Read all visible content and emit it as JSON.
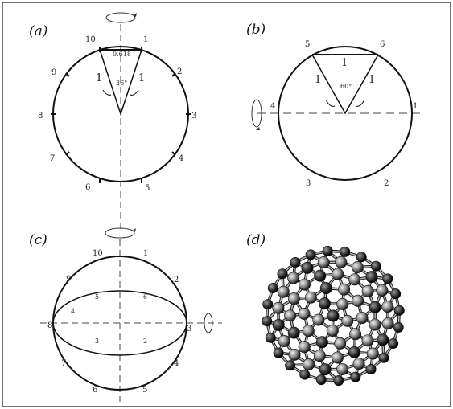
{
  "figure": {
    "panels": [
      {
        "label": "(a)",
        "numbers": [
          "10",
          "1",
          "2",
          "3",
          "4",
          "5",
          "6",
          "7",
          "8",
          "9"
        ],
        "chord_label": "0.618",
        "angle_label": "36°",
        "side_labels": [
          "1",
          "1"
        ]
      },
      {
        "label": "(b)",
        "numbers": [
          "1",
          "2",
          "3",
          "4",
          "5",
          "6"
        ],
        "chord_label": "1",
        "angle_label": "60°",
        "side_labels": [
          "1",
          "1"
        ]
      },
      {
        "label": "(c)",
        "numbers": [
          "10",
          "1",
          "2",
          "3",
          "4",
          "5",
          "6",
          "7",
          "8",
          "9"
        ],
        "inner_numbers": [
          "1",
          "2",
          "3",
          "4",
          "5",
          "6"
        ]
      },
      {
        "label": "(d)",
        "description_text": ""
      }
    ]
  }
}
